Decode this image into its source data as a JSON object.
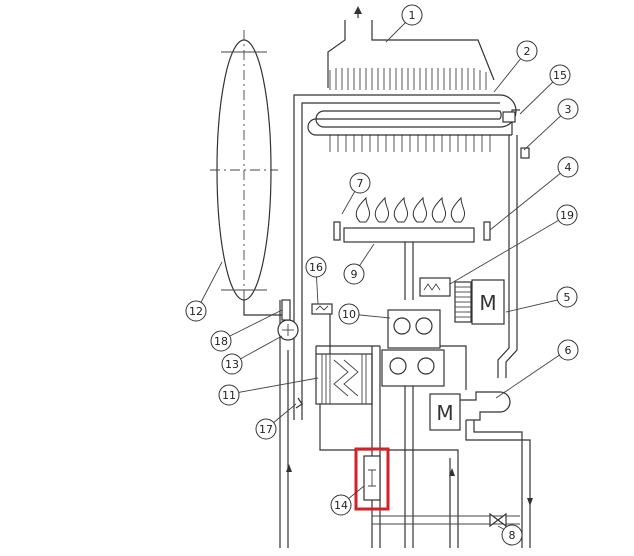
{
  "diagram": {
    "highlight_color": "#d62028",
    "line_color": "#333333",
    "callout_fill": "#ffffff",
    "arrow_color": "#2e7d32",
    "callouts": [
      {
        "id": "c1",
        "label": "1"
      },
      {
        "id": "c2",
        "label": "2"
      },
      {
        "id": "c15",
        "label": "15"
      },
      {
        "id": "c3",
        "label": "3"
      },
      {
        "id": "c4",
        "label": "4"
      },
      {
        "id": "c7",
        "label": "7"
      },
      {
        "id": "c19",
        "label": "19"
      },
      {
        "id": "c16",
        "label": "16"
      },
      {
        "id": "c9",
        "label": "9"
      },
      {
        "id": "c12",
        "label": "12"
      },
      {
        "id": "c18",
        "label": "18"
      },
      {
        "id": "c10",
        "label": "10"
      },
      {
        "id": "c5",
        "label": "5"
      },
      {
        "id": "c13",
        "label": "13"
      },
      {
        "id": "c6",
        "label": "6"
      },
      {
        "id": "c11",
        "label": "11"
      },
      {
        "id": "c17",
        "label": "17"
      },
      {
        "id": "c14",
        "label": "14"
      },
      {
        "id": "c8",
        "label": "8"
      }
    ],
    "motor_labels": {
      "fan": "M",
      "pump": "M"
    }
  }
}
